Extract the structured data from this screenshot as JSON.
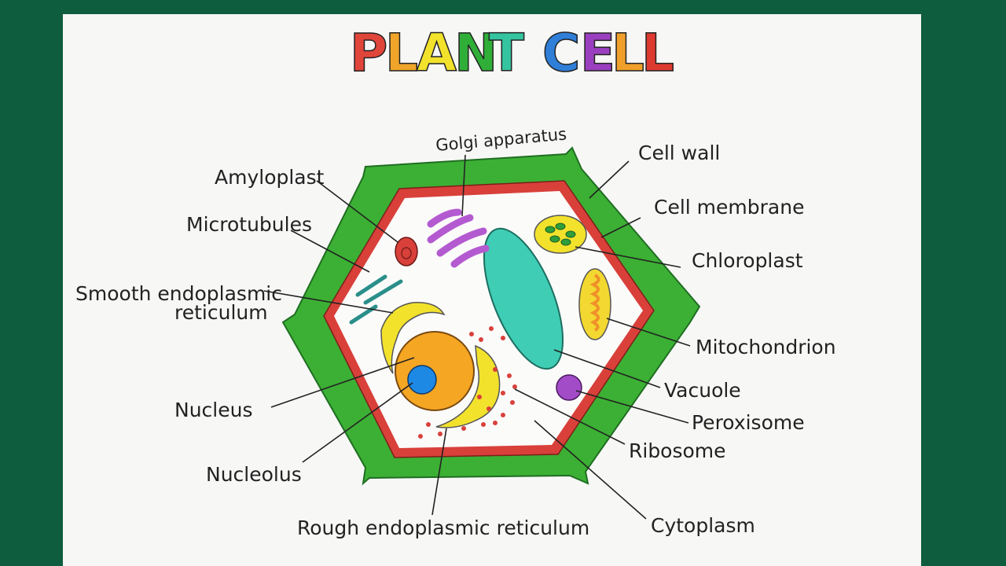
{
  "title": {
    "text": "PLANT CELL",
    "letters": [
      {
        "char": "P",
        "color": "#e0453a"
      },
      {
        "char": "L",
        "color": "#f0a52a"
      },
      {
        "char": "A",
        "color": "#f2e22c"
      },
      {
        "char": "N",
        "color": "#2fae38"
      },
      {
        "char": "T",
        "color": "#34c4a0"
      },
      {
        "char": "C",
        "color": "#2f7fd8"
      },
      {
        "char": "E",
        "color": "#9a3fbf"
      },
      {
        "char": "L",
        "color": "#f0a02a"
      },
      {
        "char": "L",
        "color": "#dd3a30"
      }
    ]
  },
  "labels": {
    "golgi": "Golgi apparatus",
    "cell_wall": "Cell wall",
    "cell_membrane": "Cell membrane",
    "chloroplast": "Chloroplast",
    "mitochondrion": "Mitochondrion",
    "vacuole": "Vacuole",
    "peroxisome": "Peroxisome",
    "ribosome": "Ribosome",
    "cytoplasm": "Cytoplasm",
    "rough_er": "Rough endoplasmic reticulum",
    "nucleolus": "Nucleolus",
    "nucleus": "Nucleus",
    "smooth_er_line1": "Smooth endoplasmic",
    "smooth_er_line2": "reticulum",
    "microtubules": "Microtubules",
    "amyloplast": "Amyloplast"
  },
  "colors": {
    "background": "#0f5d3f",
    "cell_wall": "#3cb034",
    "cell_membrane": "#d9403a",
    "vacuole": "#3fcdb5",
    "nucleus": "#f5a623",
    "nucleolus": "#1e88e5",
    "er": "#f2e22c",
    "golgi": "#b45ad0"
  }
}
